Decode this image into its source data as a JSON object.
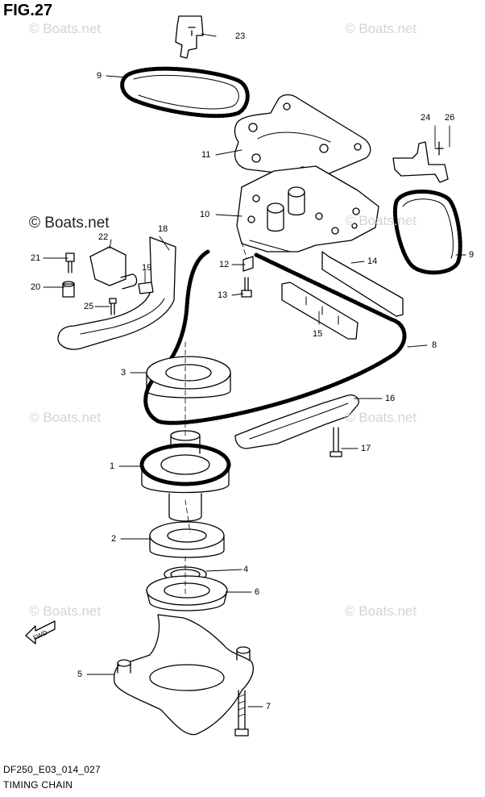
{
  "figure": {
    "title": "FIG.27",
    "drawing_code": "DF250_E03_014_027",
    "drawing_title": "TIMING CHAIN"
  },
  "watermarks": {
    "faint": "© Boats.net",
    "strong": "© Boats.net"
  },
  "direction_arrow": "FWD",
  "callouts": [
    "1",
    "2",
    "3",
    "4",
    "5",
    "6",
    "7",
    "8",
    "9",
    "9",
    "10",
    "11",
    "12",
    "13",
    "14",
    "15",
    "16",
    "17",
    "18",
    "19",
    "20",
    "21",
    "22",
    "23",
    "24",
    "25",
    "26"
  ]
}
